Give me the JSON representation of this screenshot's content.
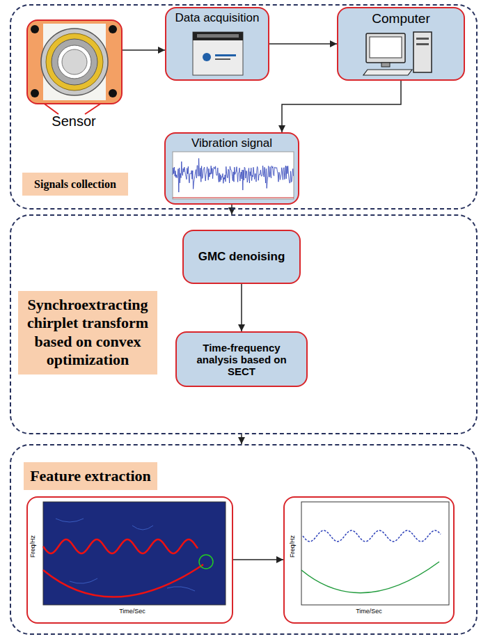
{
  "diagram": {
    "nodes": [
      {
        "text": [
          "Signals collection"
        ]
      },
      {
        "text": [
          "Sensor"
        ],
        "in": 0
      },
      {
        "text": [
          "Data acquisition"
        ],
        "in": 0
      },
      {
        "text": [
          "Computer"
        ],
        "in": 0
      },
      {
        "text": [
          "Vibration signal"
        ],
        "in": 0
      },
      {
        "text": [
          "Synchroextracting chirplet transform based on convex optimization"
        ]
      },
      {
        "text": [
          "GMC denoising"
        ],
        "in": 5
      },
      {
        "text": [
          "Time-frequency analysis based on SECT"
        ],
        "in": 5
      },
      {
        "text": [
          "Feature extraction"
        ]
      },
      {
        "text": [
          "Freq/Hz",
          "Time/Sec"
        ],
        "in": 8
      },
      {
        "text": [
          "Freq/Hz",
          "Time/Sec"
        ],
        "in": 8
      }
    ],
    "edges": [
      {
        "from": 1,
        "to": 2,
        "arrow": "to"
      },
      {
        "from": 2,
        "to": 3,
        "arrow": "to"
      },
      {
        "from": 3,
        "to": 4,
        "arrow": "to"
      },
      {
        "from": 4,
        "to": 5,
        "arrow": "to"
      },
      {
        "from": 6,
        "to": 7,
        "arrow": "to"
      },
      {
        "from": 5,
        "to": 8,
        "arrow": "to"
      },
      {
        "from": 9,
        "to": 10,
        "arrow": "to"
      }
    ]
  }
}
